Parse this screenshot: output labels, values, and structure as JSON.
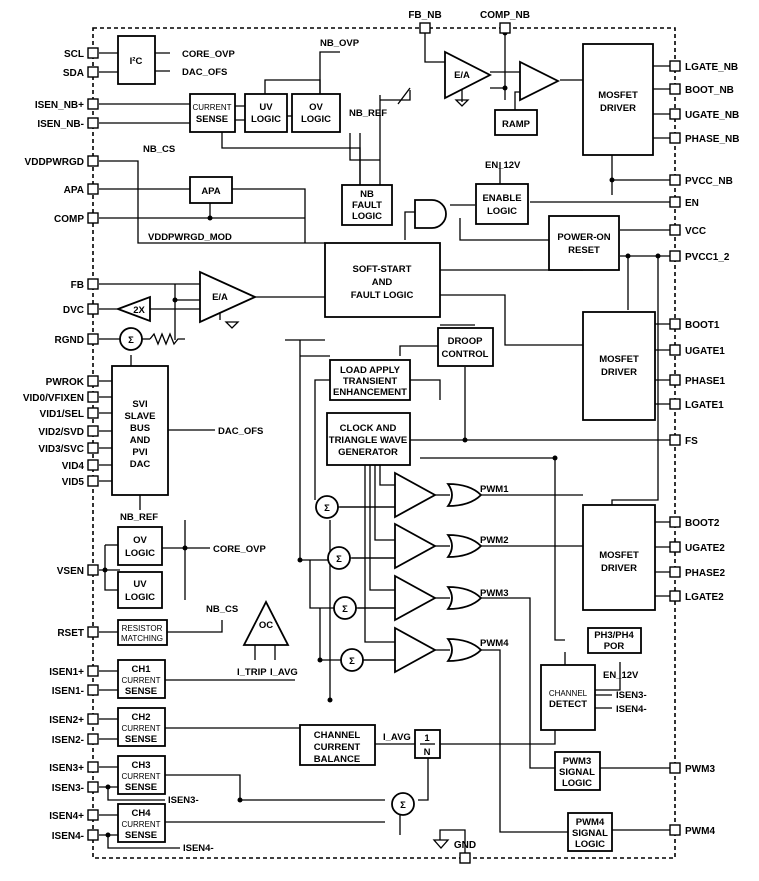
{
  "left_pins": [
    "SCL",
    "SDA",
    "ISEN_NB+",
    "ISEN_NB-",
    "VDDPWRGD",
    "APA",
    "COMP",
    "FB",
    "DVC",
    "RGND",
    "PWROK",
    "VID0/VFIXEN",
    "VID1/SEL",
    "VID2/SVD",
    "VID3/SVC",
    "VID4",
    "VID5",
    "VSEN",
    "RSET",
    "ISEN1+",
    "ISEN1-",
    "ISEN2+",
    "ISEN2-",
    "ISEN3+",
    "ISEN3-",
    "ISEN4+",
    "ISEN4-"
  ],
  "right_pins": [
    "LGATE_NB",
    "BOOT_NB",
    "UGATE_NB",
    "PHASE_NB",
    "PVCC_NB",
    "EN",
    "VCC",
    "PVCC1_2",
    "BOOT1",
    "UGATE1",
    "PHASE1",
    "LGATE1",
    "FS",
    "BOOT2",
    "UGATE2",
    "PHASE2",
    "LGATE2",
    "PWM3",
    "PWM4"
  ],
  "top_pins": [
    "FB_NB",
    "COMP_NB"
  ],
  "bottom_pins": [
    "GND"
  ],
  "blocks": {
    "i2c": "I²C",
    "current_sense_nb": [
      "CURRENT",
      "SENSE"
    ],
    "uv_logic_nb": [
      "UV",
      "LOGIC"
    ],
    "ov_logic_nb": [
      "OV",
      "LOGIC"
    ],
    "ea_nb": "E/A",
    "ramp": "RAMP",
    "mosfet_driver_nb": [
      "MOSFET",
      "DRIVER"
    ],
    "nb_fault_logic": [
      "NB",
      "FAULT",
      "LOGIC"
    ],
    "enable_logic": [
      "ENABLE",
      "LOGIC"
    ],
    "power_on_reset": [
      "POWER-ON",
      "RESET"
    ],
    "apa": "APA",
    "soft_start": [
      "SOFT-START",
      "AND",
      "FAULT LOGIC"
    ],
    "ea_main": "E/A",
    "dvc_amp": "2X",
    "droop_control": [
      "DROOP",
      "CONTROL"
    ],
    "load_apply": [
      "LOAD APPLY",
      "TRANSIENT",
      "ENHANCEMENT"
    ],
    "clock_triangle": [
      "CLOCK AND",
      "TRIANGLE WAVE",
      "GENERATOR"
    ],
    "svi_dac": [
      "SVI",
      "SLAVE",
      "BUS",
      "AND",
      "PVI",
      "DAC"
    ],
    "ov_logic": [
      "OV",
      "LOGIC"
    ],
    "uv_logic": [
      "UV",
      "LOGIC"
    ],
    "resistor_matching": [
      "RESISTOR",
      "MATCHING"
    ],
    "oc": "OC",
    "ch1_sense": [
      "CH1",
      "CURRENT",
      "SENSE"
    ],
    "ch2_sense": [
      "CH2",
      "CURRENT",
      "SENSE"
    ],
    "ch3_sense": [
      "CH3",
      "CURRENT",
      "SENSE"
    ],
    "ch4_sense": [
      "CH4",
      "CURRENT",
      "SENSE"
    ],
    "channel_current_balance": [
      "CHANNEL",
      "CURRENT",
      "BALANCE"
    ],
    "one_over_n": [
      "1",
      "N"
    ],
    "channel_detect": [
      "CHANNEL",
      "DETECT"
    ],
    "mosfet_driver_1": [
      "MOSFET",
      "DRIVER"
    ],
    "mosfet_driver_2": [
      "MOSFET",
      "DRIVER"
    ],
    "ph3_ph4_por": [
      "PH3/PH4",
      "POR"
    ],
    "pwm3_signal_logic": [
      "PWM3",
      "SIGNAL",
      "LOGIC"
    ],
    "pwm4_signal_logic": [
      "PWM4",
      "SIGNAL",
      "LOGIC"
    ],
    "sigma": "Σ"
  },
  "nets": {
    "core_ovp_top": "CORE_OVP",
    "dac_ofs_top": "DAC_OFS",
    "nb_ovp": "NB_OVP",
    "nb_ref_top": "NB_REF",
    "nb_cs": "NB_CS",
    "en_12v_top": "EN_12V",
    "vddpwrgd_mod": "VDDPWRGD_MOD",
    "dac_ofs_mid": "DAC_OFS",
    "nb_ref_mid": "NB_REF",
    "core_ovp_mid": "CORE_OVP",
    "nb_cs_low": "NB_CS",
    "i_trip": "I_TRIP",
    "i_avg": "I_AVG",
    "i_avg_bal": "I_AVG",
    "pwm1": "PWM1",
    "pwm2": "PWM2",
    "pwm3": "PWM3",
    "pwm4": "PWM4",
    "en_12v_low": "EN_12V",
    "isen3_minus_det": "ISEN3-",
    "isen4_minus_det": "ISEN4-",
    "isen3_minus_low": "ISEN3-",
    "isen4_minus_low": "ISEN4-"
  }
}
